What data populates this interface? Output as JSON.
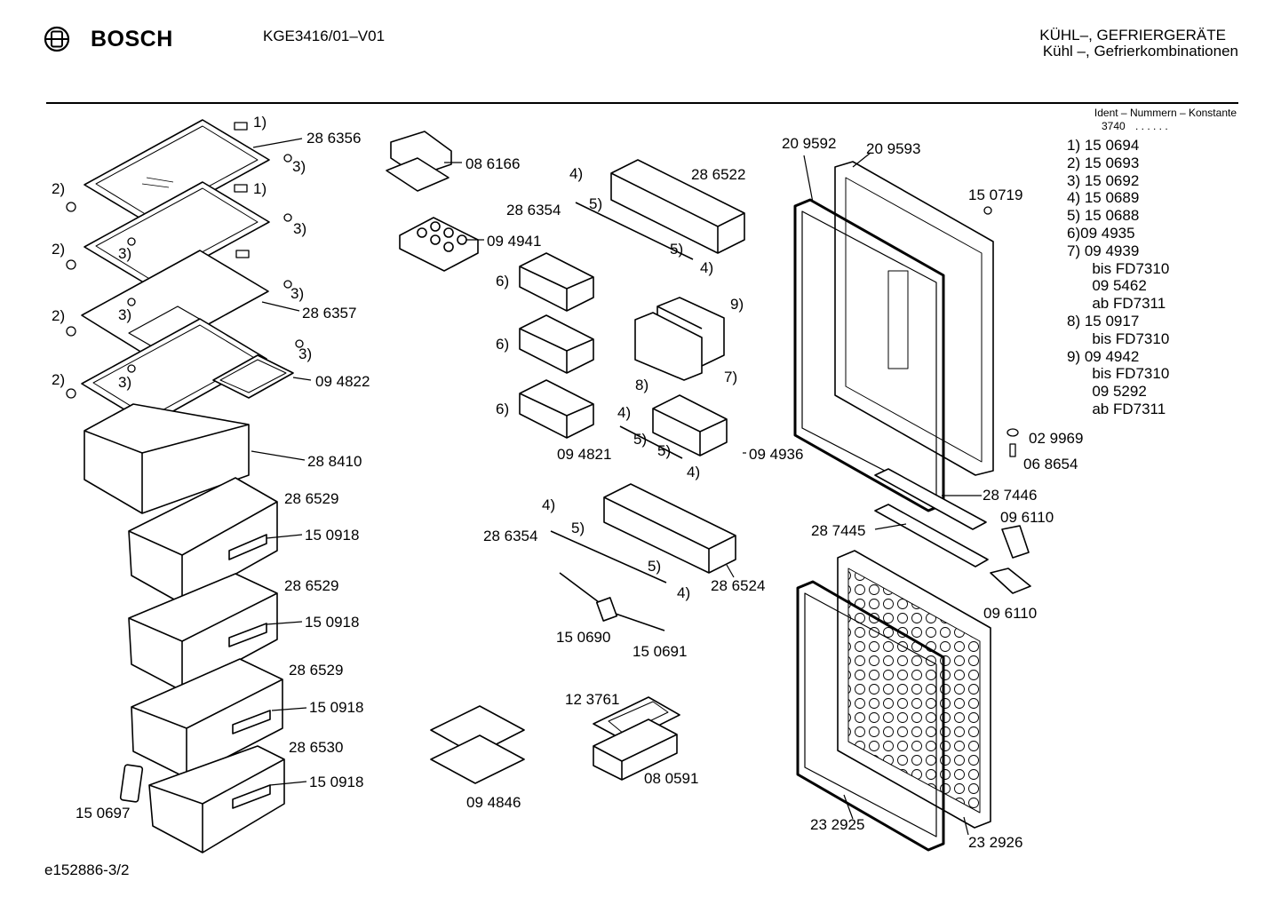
{
  "header": {
    "brand": "BOSCH",
    "model": "KGE3416/01–V01",
    "category_line1": "KÜHL–, GEFRIERGERÄTE",
    "category_line2": "Kühl –, Gefrierkombinationen",
    "ident_title": "Ident – Nummern – Konstante",
    "ident_value": "3740",
    "ident_dots": ". .   . . . ."
  },
  "legend": [
    "1)  15 0694",
    "2)  15 0693",
    "3)  15 0692",
    "4)  15 0689",
    "5)  15 0688",
    "6)09 4935",
    "7)  09 4939",
    "      bis FD7310",
    "      09 5462",
    "      ab FD7311",
    "8)  15 0917",
    "      bis FD7310",
    "9)  09 4942",
    "      bis FD7310",
    "      09 5292",
    "      ab FD7311"
  ],
  "labels": {
    "l286356": "28 6356",
    "l286357": "28 6357",
    "l094822": "09 4822",
    "l288410": "28 8410",
    "l286529a": "28 6529",
    "l286529b": "28 6529",
    "l286529c": "28 6529",
    "l286530": "28 6530",
    "l150918a": "15 0918",
    "l150918b": "15 0918",
    "l150918c": "15 0918",
    "l150918d": "15 0918",
    "l150697": "15 0697",
    "l086166": "08 6166",
    "l094941": "09 4941",
    "l286522": "28 6522",
    "l286354a": "28 6354",
    "l286354b": "28 6354",
    "l094821": "09 4821",
    "l094936": "09 4936",
    "l286524": "28 6524",
    "l150690": "15 0690",
    "l150691": "15 0691",
    "l123761": "12 3761",
    "l080591": "08 0591",
    "l094846": "09 4846",
    "l209592": "20 9592",
    "l209593": "20 9593",
    "l150719": "15 0719",
    "l029969": "02 9969",
    "l068654": "06 8654",
    "l287446": "28 7446",
    "l287445": "28 7445",
    "l096110a": "09 6110",
    "l096110b": "09 6110",
    "l232925": "23 2925",
    "l232926": "23 2926"
  },
  "callouts": {
    "c1": "1)",
    "c2": "2)",
    "c3": "3)",
    "c4": "4)",
    "c5": "5)",
    "c6": "6)",
    "c7": "7)",
    "c8": "8)",
    "c9": "9)"
  },
  "footer": {
    "code": "e152886-3/2"
  }
}
